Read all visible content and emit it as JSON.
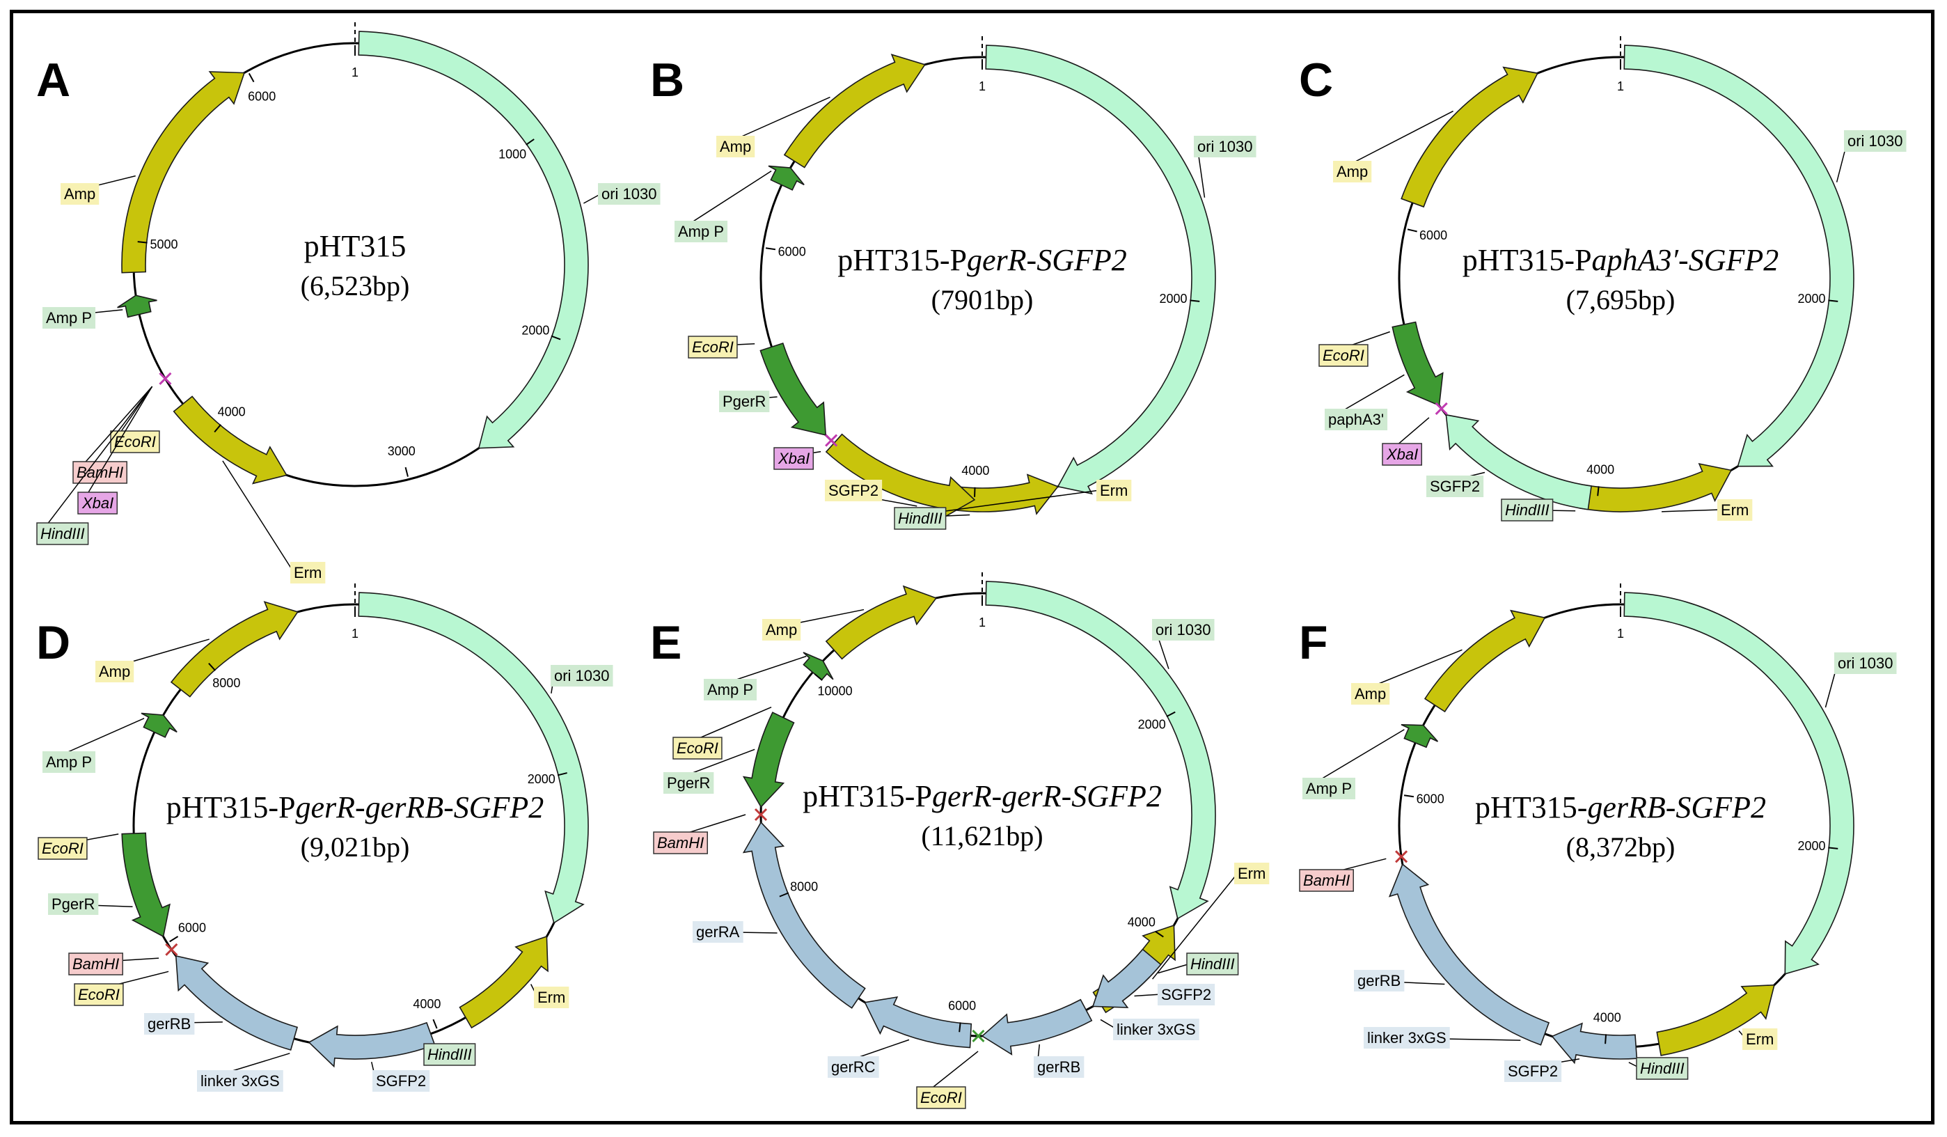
{
  "colors": {
    "ori": "#b8f7d2",
    "amp_erm": "#c8c40c",
    "promoter": "#3e9a32",
    "ger": "#a5c3d8",
    "label_green": "#cfead1",
    "label_yellow": "#f7f1b3",
    "label_pink": "#f6cccc",
    "label_magenta": "#e6a6e6",
    "label_blue": "#dde8f0"
  },
  "panels": [
    {
      "letter": "A",
      "name_prefix": "pHT315",
      "name_italic": "",
      "size": "(6,523bp)",
      "ticks": [
        "1",
        "1000",
        "2000",
        "3000",
        "4000",
        "5000",
        "6000"
      ],
      "features": [
        "ori 1030",
        "Erm",
        "Amp",
        "Amp P",
        "EcoRI",
        "BamHI",
        "XbaI",
        "HindIII"
      ]
    },
    {
      "letter": "B",
      "name_prefix": "pHT315-P",
      "name_italic": "gerR-SGFP2",
      "size": "(7901bp)",
      "ticks": [
        "1",
        "2000",
        "4000",
        "6000"
      ],
      "features": [
        "ori 1030",
        "Erm",
        "Amp",
        "Amp P",
        "EcoRI",
        "PgerR",
        "XbaI",
        "SGFP2",
        "HindIII"
      ]
    },
    {
      "letter": "C",
      "name_prefix": "pHT315-P",
      "name_italic": "aphA3′-SGFP2",
      "size": "(7,695bp)",
      "ticks": [
        "1",
        "2000",
        "4000",
        "6000"
      ],
      "features": [
        "ori 1030",
        "Erm",
        "Amp",
        "EcoRI",
        "paphA3'",
        "XbaI",
        "SGFP2",
        "HindIII"
      ]
    },
    {
      "letter": "D",
      "name_prefix": "pHT315-P",
      "name_italic": "gerR-gerRB-SGFP2",
      "size": "(9,021bp)",
      "ticks": [
        "1",
        "2000",
        "4000",
        "6000",
        "8000"
      ],
      "features": [
        "ori 1030",
        "Erm",
        "Amp",
        "Amp P",
        "EcoRI",
        "PgerR",
        "BamHI",
        "EcoRI",
        "gerRB",
        "linker 3xGS",
        "SGFP2",
        "HindIII"
      ]
    },
    {
      "letter": "E",
      "name_prefix": "pHT315-P",
      "name_italic": "gerR-gerR-SGFP2",
      "size": "(11,621bp)",
      "ticks": [
        "1",
        "2000",
        "4000",
        "6000",
        "8000",
        "10000"
      ],
      "features": [
        "ori 1030",
        "Erm",
        "Amp",
        "Amp P",
        "EcoRI",
        "PgerR",
        "BamHI",
        "gerRA",
        "gerRC",
        "EcoRI",
        "gerRB",
        "linker 3xGS",
        "SGFP2",
        "HindIII"
      ]
    },
    {
      "letter": "F",
      "name_prefix": "pHT315-",
      "name_italic": "gerRB-SGFP2",
      "size": "(8,372bp)",
      "ticks": [
        "1",
        "2000",
        "4000",
        "6000"
      ],
      "features": [
        "ori 1030",
        "Erm",
        "Amp",
        "Amp P",
        "BamHI",
        "gerRB",
        "linker 3xGS",
        "SGFP2",
        "HindIII"
      ]
    }
  ]
}
